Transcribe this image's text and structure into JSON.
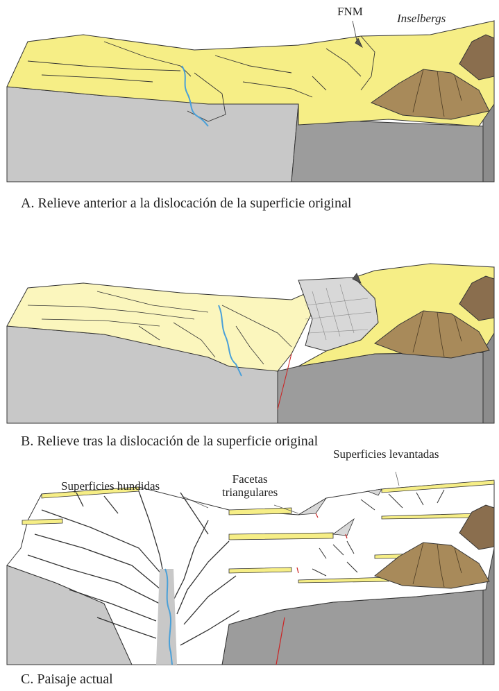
{
  "panel_a": {
    "caption": "A. Relieve anterior a la dislocación de la superficie original",
    "label_fault": "FNM",
    "label_inselbergs": "Inselbergs"
  },
  "panel_b": {
    "caption": "B. Relieve tras la dislocación de la superficie original"
  },
  "panel_c": {
    "caption": "C. Paisaje actual",
    "label_sunken": "Superficies hundidas",
    "label_facets_line1": "Facetas",
    "label_facets_line2": "triangulares",
    "label_raised": "Superficies levantadas"
  },
  "colors": {
    "surface_yellow": "#f6ee86",
    "surface_pale_yellow": "#fbf6bd",
    "block_light_gray": "#c8c8c8",
    "block_dark_gray": "#9a9a9a",
    "inselberg_brown": "#8a6e4e",
    "inselberg_tan": "#a88a5a",
    "river_blue": "#4aa0d8",
    "fault_red": "#cc2222"
  }
}
